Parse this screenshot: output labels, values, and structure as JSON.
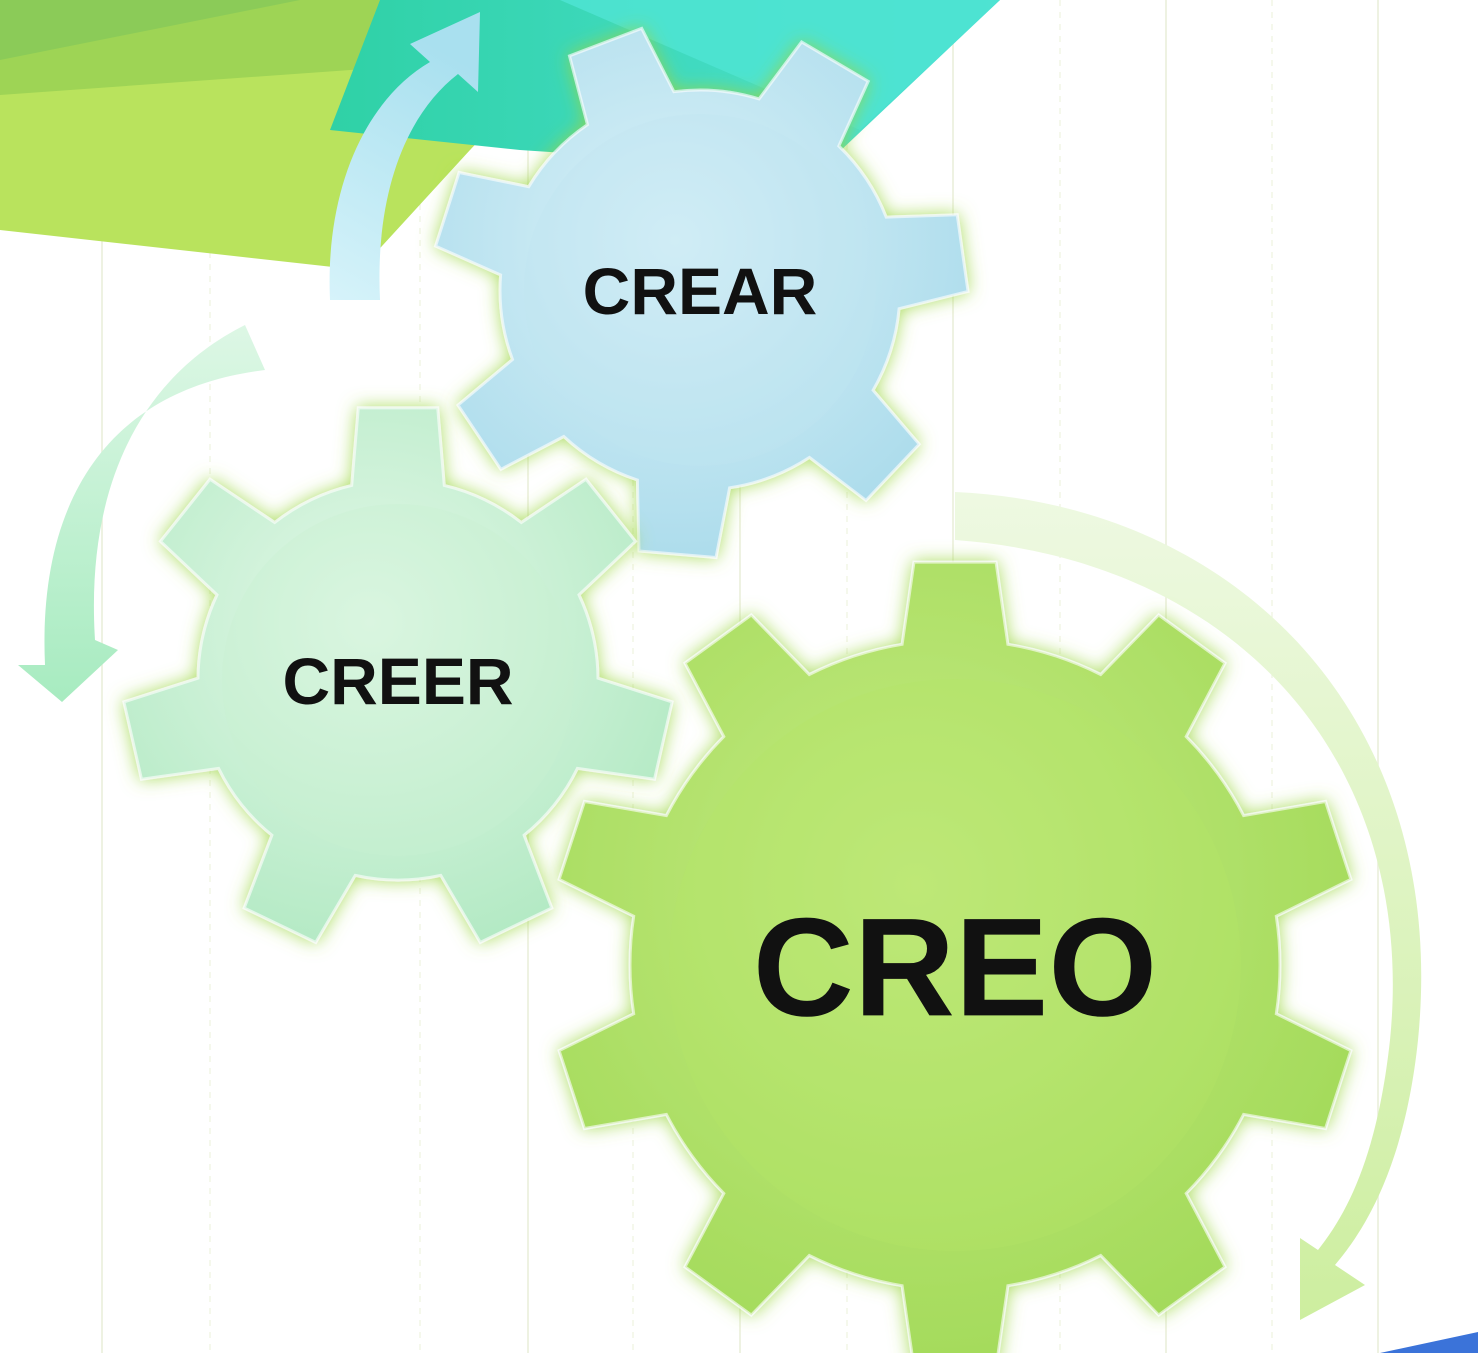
{
  "gears": [
    {
      "label": "CREAR",
      "color": "#bfe6f2"
    },
    {
      "label": "CREER",
      "color": "#c9f0d2"
    },
    {
      "label": "CREO",
      "color": "#b5e468"
    }
  ],
  "colors": {
    "banner_green_light": "#b8e25a",
    "banner_green_mid": "#8fd055",
    "banner_teal": "#3fdcb8",
    "arrow_blue": "#c4ecf5",
    "arrow_mint": "#bff0cf",
    "arrow_lime": "#dff5c3",
    "guide_lines": "#e7ecd6",
    "corner_blue": "#3b73d9"
  }
}
